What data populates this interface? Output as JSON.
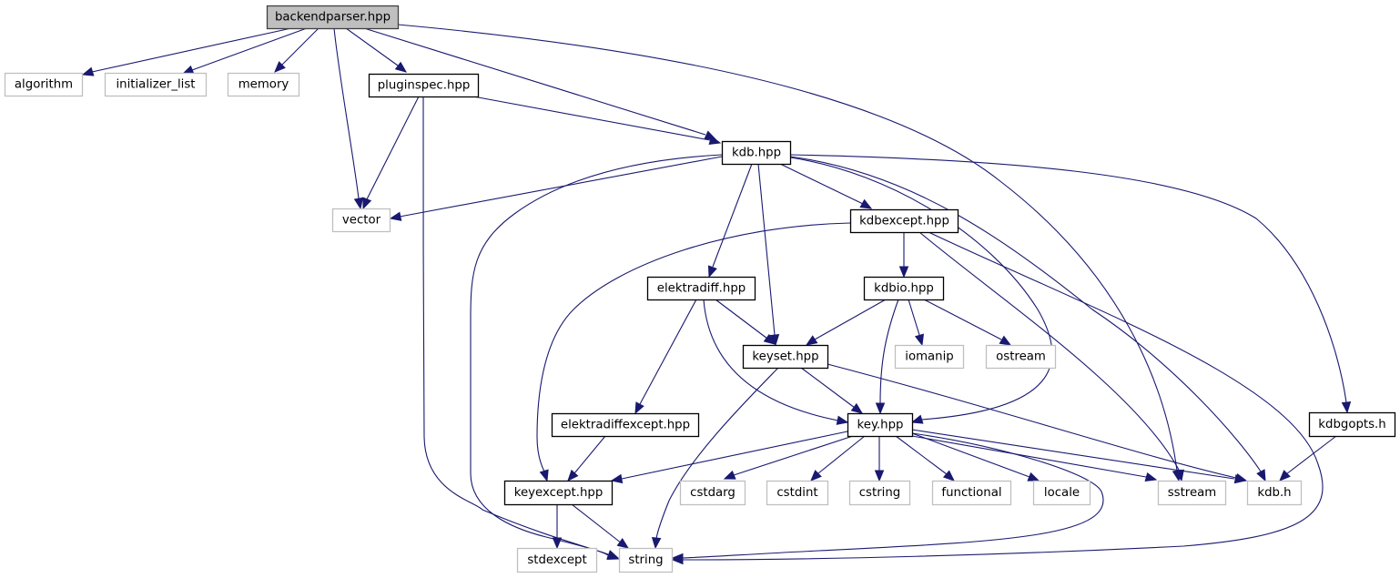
{
  "title": "backendparser.hpp include dependency graph",
  "colors": {
    "edge": "#191970",
    "root_fill": "#bfbfbf",
    "internal_border": "#000000",
    "external_border": "#bfbfbf"
  },
  "nodes": [
    {
      "id": "backendparser",
      "label": "backendparser.hpp",
      "kind": "root"
    },
    {
      "id": "algorithm",
      "label": "algorithm",
      "kind": "external"
    },
    {
      "id": "initializer_list",
      "label": "initializer_list",
      "kind": "external"
    },
    {
      "id": "memory",
      "label": "memory",
      "kind": "external"
    },
    {
      "id": "pluginspec",
      "label": "pluginspec.hpp",
      "kind": "internal"
    },
    {
      "id": "kdb_hpp",
      "label": "kdb.hpp",
      "kind": "internal"
    },
    {
      "id": "vector",
      "label": "vector",
      "kind": "external"
    },
    {
      "id": "kdbexcept",
      "label": "kdbexcept.hpp",
      "kind": "internal"
    },
    {
      "id": "elektradiff",
      "label": "elektradiff.hpp",
      "kind": "internal"
    },
    {
      "id": "kdbio",
      "label": "kdbio.hpp",
      "kind": "internal"
    },
    {
      "id": "keyset",
      "label": "keyset.hpp",
      "kind": "internal"
    },
    {
      "id": "iomanip",
      "label": "iomanip",
      "kind": "external"
    },
    {
      "id": "ostream",
      "label": "ostream",
      "kind": "external"
    },
    {
      "id": "elektradiffexcept",
      "label": "elektradiffexcept.hpp",
      "kind": "internal"
    },
    {
      "id": "key",
      "label": "key.hpp",
      "kind": "internal"
    },
    {
      "id": "kdbgopts",
      "label": "kdbgopts.h",
      "kind": "internal"
    },
    {
      "id": "keyexcept",
      "label": "keyexcept.hpp",
      "kind": "internal"
    },
    {
      "id": "cstdarg",
      "label": "cstdarg",
      "kind": "external"
    },
    {
      "id": "cstdint",
      "label": "cstdint",
      "kind": "external"
    },
    {
      "id": "cstring",
      "label": "cstring",
      "kind": "external"
    },
    {
      "id": "functional",
      "label": "functional",
      "kind": "external"
    },
    {
      "id": "locale",
      "label": "locale",
      "kind": "external"
    },
    {
      "id": "sstream",
      "label": "sstream",
      "kind": "external"
    },
    {
      "id": "kdb_h",
      "label": "kdb.h",
      "kind": "external"
    },
    {
      "id": "stdexcept",
      "label": "stdexcept",
      "kind": "external"
    },
    {
      "id": "string",
      "label": "string",
      "kind": "external"
    }
  ],
  "edges": [
    {
      "from": "backendparser",
      "to": "algorithm"
    },
    {
      "from": "backendparser",
      "to": "initializer_list"
    },
    {
      "from": "backendparser",
      "to": "memory"
    },
    {
      "from": "backendparser",
      "to": "vector"
    },
    {
      "from": "backendparser",
      "to": "pluginspec"
    },
    {
      "from": "backendparser",
      "to": "kdb_hpp"
    },
    {
      "from": "backendparser",
      "to": "sstream"
    },
    {
      "from": "pluginspec",
      "to": "vector"
    },
    {
      "from": "pluginspec",
      "to": "string"
    },
    {
      "from": "pluginspec",
      "to": "kdb_hpp"
    },
    {
      "from": "kdb_hpp",
      "to": "vector"
    },
    {
      "from": "kdb_hpp",
      "to": "string"
    },
    {
      "from": "kdb_hpp",
      "to": "elektradiff"
    },
    {
      "from": "kdb_hpp",
      "to": "keyset"
    },
    {
      "from": "kdb_hpp",
      "to": "kdbexcept"
    },
    {
      "from": "kdb_hpp",
      "to": "key"
    },
    {
      "from": "kdb_hpp",
      "to": "kdb_h"
    },
    {
      "from": "kdb_hpp",
      "to": "kdbgopts"
    },
    {
      "from": "kdbexcept",
      "to": "keyexcept"
    },
    {
      "from": "kdbexcept",
      "to": "kdbio"
    },
    {
      "from": "kdbexcept",
      "to": "sstream"
    },
    {
      "from": "kdbexcept",
      "to": "string"
    },
    {
      "from": "elektradiff",
      "to": "keyset"
    },
    {
      "from": "elektradiff",
      "to": "key"
    },
    {
      "from": "elektradiff",
      "to": "elektradiffexcept"
    },
    {
      "from": "kdbio",
      "to": "keyset"
    },
    {
      "from": "kdbio",
      "to": "key"
    },
    {
      "from": "kdbio",
      "to": "iomanip"
    },
    {
      "from": "kdbio",
      "to": "ostream"
    },
    {
      "from": "keyset",
      "to": "key"
    },
    {
      "from": "keyset",
      "to": "string"
    },
    {
      "from": "keyset",
      "to": "kdb_h"
    },
    {
      "from": "elektradiffexcept",
      "to": "keyexcept"
    },
    {
      "from": "key",
      "to": "keyexcept"
    },
    {
      "from": "key",
      "to": "cstdarg"
    },
    {
      "from": "key",
      "to": "cstdint"
    },
    {
      "from": "key",
      "to": "cstring"
    },
    {
      "from": "key",
      "to": "functional"
    },
    {
      "from": "key",
      "to": "locale"
    },
    {
      "from": "key",
      "to": "sstream"
    },
    {
      "from": "key",
      "to": "kdb_h"
    },
    {
      "from": "key",
      "to": "string"
    },
    {
      "from": "kdbgopts",
      "to": "kdb_h"
    },
    {
      "from": "keyexcept",
      "to": "stdexcept"
    },
    {
      "from": "keyexcept",
      "to": "string"
    }
  ]
}
